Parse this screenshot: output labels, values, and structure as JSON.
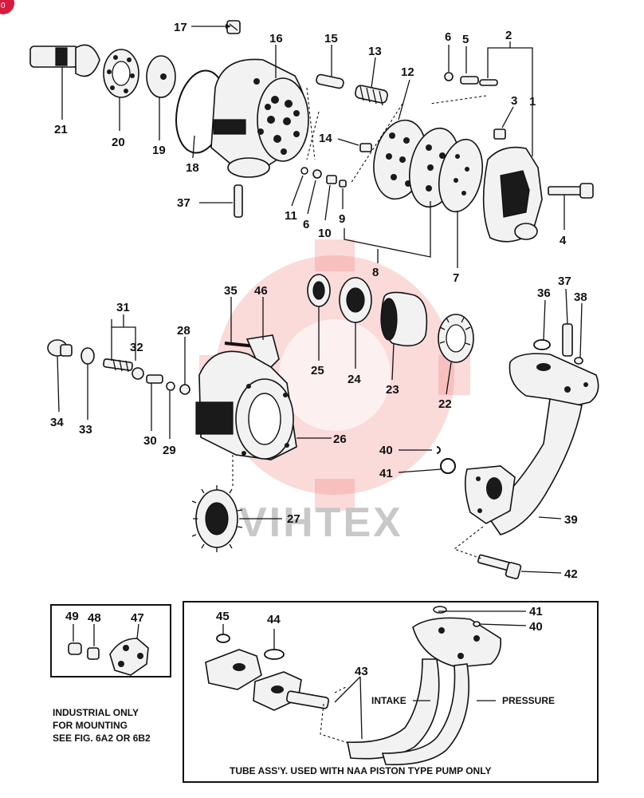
{
  "watermark": {
    "text": "VIHTEX",
    "color": "#f07a7a"
  },
  "callouts": [
    "17",
    "16",
    "15",
    "13",
    "6",
    "5",
    "2",
    "12",
    "3",
    "1",
    "21",
    "20",
    "19",
    "18",
    "14",
    "11",
    "6",
    "10",
    "9",
    "8",
    "7",
    "4",
    "37",
    "35",
    "46",
    "31",
    "32",
    "28",
    "25",
    "24",
    "23",
    "22",
    "34",
    "33",
    "30",
    "29",
    "26",
    "36",
    "37",
    "38",
    "40",
    "41",
    "39",
    "42",
    "27",
    "49",
    "48",
    "47",
    "45",
    "44",
    "41",
    "40",
    "43"
  ],
  "captions": {
    "intake": "INTAKE",
    "pressure": "PRESSURE",
    "industrial_note": [
      "INDUSTRIAL ONLY",
      "FOR MOUNTING",
      "SEE FIG. 6A2 OR 6B2"
    ],
    "tube_note": "TUBE ASS'Y. USED WITH NAA PISTON TYPE PUMP ONLY"
  },
  "badge": {
    "text": "0",
    "color": "#d81b3c"
  }
}
